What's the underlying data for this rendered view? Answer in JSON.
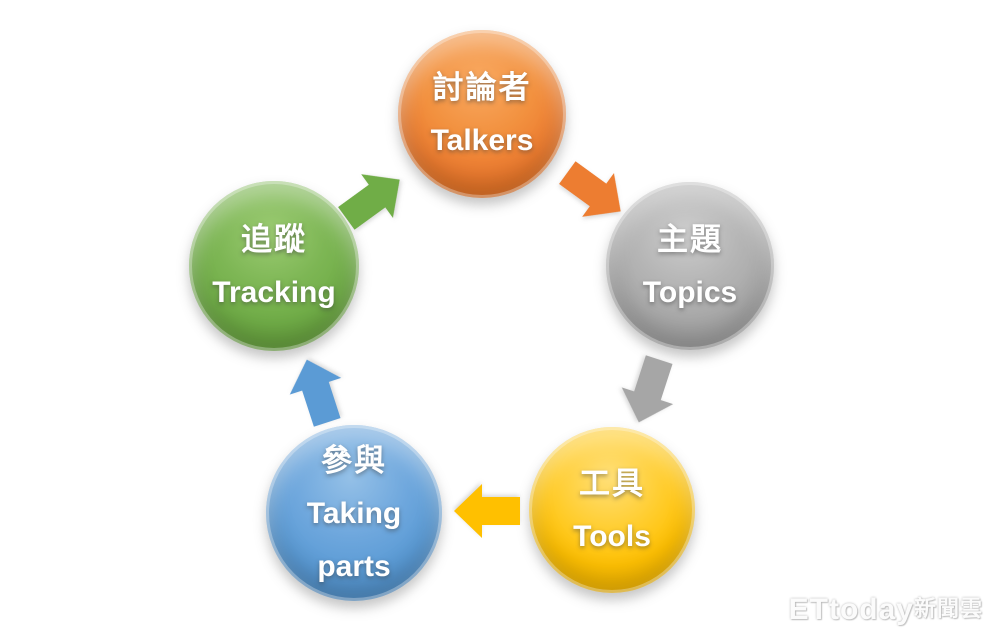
{
  "page": {
    "background_color": "#ffffff"
  },
  "diagram": {
    "type": "cycle",
    "direction": "clockwise",
    "nodes": [
      {
        "id": "talkers",
        "label_zh": "討論者",
        "label_en": "Talkers",
        "color": "#ED7D31",
        "color_name": "orange",
        "position": "top"
      },
      {
        "id": "topics",
        "label_zh": "主題",
        "label_en": "Topics",
        "color": "#A5A5A5",
        "color_name": "gray",
        "position": "right"
      },
      {
        "id": "tools",
        "label_zh": "工具",
        "label_en": "Tools",
        "color": "#FFC000",
        "color_name": "yellow",
        "position": "bottom-right"
      },
      {
        "id": "taking_parts",
        "label_zh": "參與",
        "label_en": "Taking parts",
        "color": "#5B9BD5",
        "color_name": "blue",
        "position": "bottom-left"
      },
      {
        "id": "tracking",
        "label_zh": "追蹤",
        "label_en": "Tracking",
        "color": "#70AD47",
        "color_name": "green",
        "position": "left"
      }
    ],
    "arrows": [
      {
        "from": "talkers",
        "to": "topics",
        "color": "#ED7D31",
        "direction": "down-right"
      },
      {
        "from": "topics",
        "to": "tools",
        "color": "#A6A6A6",
        "direction": "down-left"
      },
      {
        "from": "tools",
        "to": "taking_parts",
        "color": "#FFC000",
        "direction": "left"
      },
      {
        "from": "taking_parts",
        "to": "tracking",
        "color": "#5B9BD5",
        "direction": "up-left"
      },
      {
        "from": "tracking",
        "to": "talkers",
        "color": "#70AD47",
        "direction": "up-right"
      }
    ]
  },
  "watermark": {
    "brand": "ETtoday",
    "suffix": "新聞雲"
  }
}
